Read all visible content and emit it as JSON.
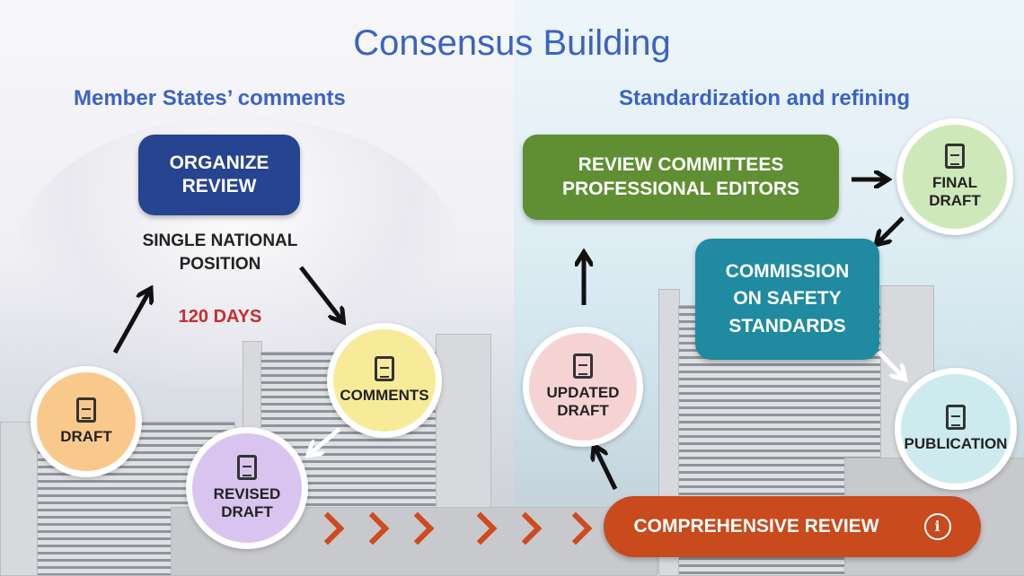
{
  "title": "Consensus Building",
  "left": {
    "heading": "Member States’ comments",
    "organize_review": [
      "ORGANIZE",
      "REVIEW"
    ],
    "single_national_position": [
      "SINGLE NATIONAL",
      "POSITION"
    ],
    "duration": "120 DAYS",
    "draft": "DRAFT",
    "comments": "COMMENTS",
    "revised_draft": [
      "REVISED",
      "DRAFT"
    ]
  },
  "right": {
    "heading": "Standardization and refining",
    "review_committees": [
      "REVIEW COMMITTEES",
      "PROFESSIONAL EDITORS"
    ],
    "final_draft": [
      "FINAL",
      "DRAFT"
    ],
    "commission": [
      "COMMISSION",
      "ON SAFETY",
      "STANDARDS"
    ],
    "updated_draft": [
      "UPDATED",
      "DRAFT"
    ],
    "publication": "PUBLICATION",
    "comprehensive_review": "COMPREHENSIVE REVIEW"
  },
  "colors": {
    "title_blue": "#3b63c4",
    "organize_box": "#26448f",
    "review_box": "#5f8f32",
    "commission_box": "#1f8aa0",
    "comprehensive_box": "#c94a1c",
    "draft_circle": "#f9c98c",
    "comments_circle": "#f7eb9a",
    "revised_circle": "#d9c4f0",
    "updated_circle": "#f6d3d3",
    "final_circle": "#cfe8b9",
    "publication_circle": "#cdebef",
    "duration_red": "#c62d2d"
  },
  "icons": [
    "document-icon",
    "info-icon",
    "arrow-icon",
    "chevron-right-icon"
  ]
}
